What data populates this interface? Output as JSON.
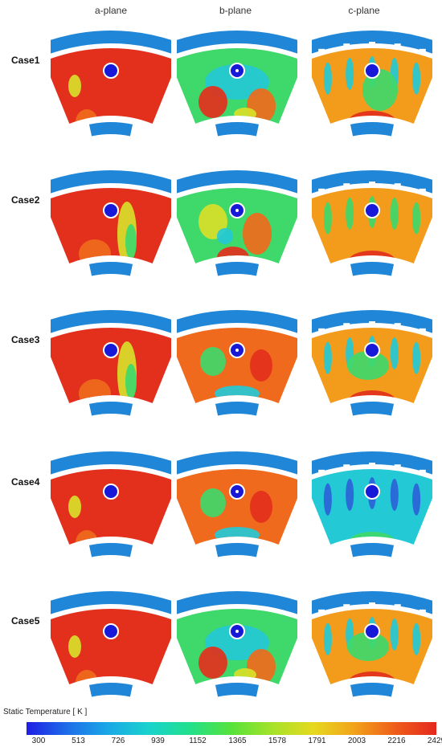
{
  "columns": [
    "a-plane",
    "b-plane",
    "c-plane"
  ],
  "rows": [
    "Case1",
    "Case2",
    "Case3",
    "Case4",
    "Case5"
  ],
  "legend": {
    "title": "Static Temperature [ K ]",
    "ticks": [
      "300",
      "513",
      "726",
      "939",
      "1152",
      "1365",
      "1578",
      "1791",
      "2003",
      "2216",
      "2429"
    ],
    "colors": [
      "#1e1ee6",
      "#1e6ee8",
      "#1aa8e6",
      "#19d3cc",
      "#22e08a",
      "#57e23a",
      "#a6e22a",
      "#e6d91f",
      "#f2a21a",
      "#ef5d1a",
      "#e4281d"
    ]
  },
  "palette": {
    "hot": "#e3301c",
    "warm": "#ef6a1c",
    "orange": "#f39c1b",
    "yellow": "#d8df2a",
    "green": "#3fd86a",
    "cyan": "#24c9d6",
    "blue": "#2b63d8",
    "liner": "#1f86d8",
    "marker": "#1818d8"
  },
  "plots": [
    [
      {
        "pattern": "hot"
      },
      {
        "pattern": "mixed-cool"
      },
      {
        "pattern": "jets-cool"
      }
    ],
    [
      {
        "pattern": "hot-streak"
      },
      {
        "pattern": "mixed-green"
      },
      {
        "pattern": "jets-warm"
      }
    ],
    [
      {
        "pattern": "hot-streak"
      },
      {
        "pattern": "mixed-warm"
      },
      {
        "pattern": "jets-mid"
      }
    ],
    [
      {
        "pattern": "hot"
      },
      {
        "pattern": "mixed-warm"
      },
      {
        "pattern": "jets-blue"
      }
    ],
    [
      {
        "pattern": "hot"
      },
      {
        "pattern": "mixed-cool"
      },
      {
        "pattern": "jets-mid"
      }
    ]
  ]
}
